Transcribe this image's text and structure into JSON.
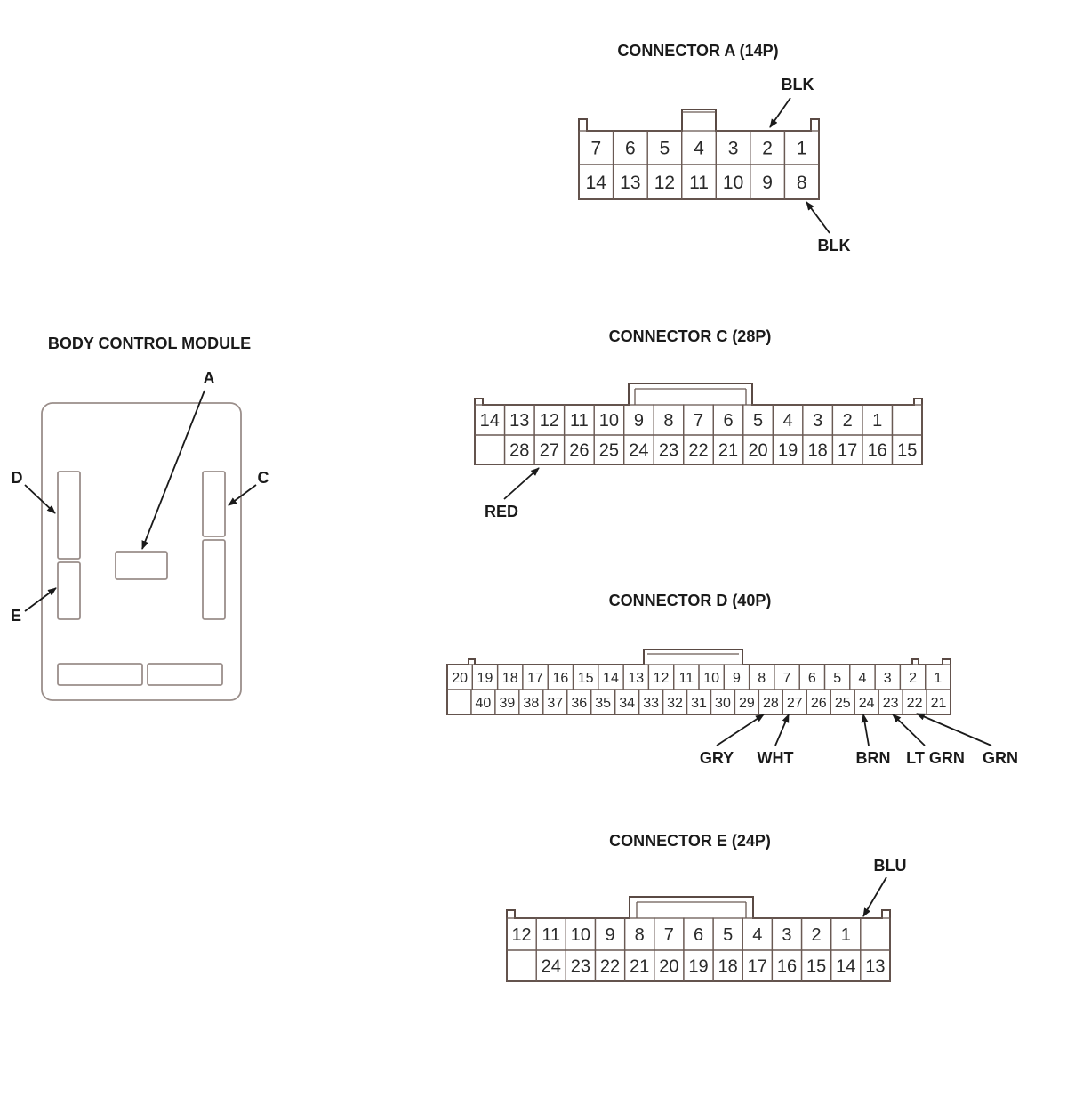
{
  "module": {
    "title": "BODY CONTROL MODULE",
    "labels": {
      "A": "A",
      "C": "C",
      "D": "D",
      "E": "E"
    }
  },
  "connectors": [
    {
      "id": "A",
      "title": "CONNECTOR A (14P)",
      "top_row": [
        "7",
        "6",
        "5",
        "4",
        "3",
        "2",
        "1"
      ],
      "bottom_row": [
        "14",
        "13",
        "12",
        "11",
        "10",
        "9",
        "8"
      ],
      "wires": [
        "BLK",
        "BLK"
      ]
    },
    {
      "id": "C",
      "title": "CONNECTOR C (28P)",
      "top_row": [
        "14",
        "13",
        "12",
        "11",
        "10",
        "9",
        "8",
        "7",
        "6",
        "5",
        "4",
        "3",
        "2",
        "1",
        ""
      ],
      "bottom_row": [
        "",
        "28",
        "27",
        "26",
        "25",
        "24",
        "23",
        "22",
        "21",
        "20",
        "19",
        "18",
        "17",
        "16",
        "15"
      ],
      "wires": [
        "RED"
      ]
    },
    {
      "id": "D",
      "title": "CONNECTOR D (40P)",
      "top_row": [
        "20",
        "19",
        "18",
        "17",
        "16",
        "15",
        "14",
        "13",
        "12",
        "11",
        "10",
        "9",
        "8",
        "7",
        "6",
        "5",
        "4",
        "3",
        "2",
        "1"
      ],
      "bottom_row": [
        "",
        "40",
        "39",
        "38",
        "37",
        "36",
        "35",
        "34",
        "33",
        "32",
        "31",
        "30",
        "29",
        "28",
        "27",
        "26",
        "25",
        "24",
        "23",
        "22",
        "21"
      ],
      "wires": [
        "GRY",
        "WHT",
        "BRN",
        "LT GRN",
        "GRN"
      ]
    },
    {
      "id": "E",
      "title": "CONNECTOR E (24P)",
      "top_row": [
        "12",
        "11",
        "10",
        "9",
        "8",
        "7",
        "6",
        "5",
        "4",
        "3",
        "2",
        "1",
        ""
      ],
      "bottom_row": [
        "",
        "24",
        "23",
        "22",
        "21",
        "20",
        "19",
        "18",
        "17",
        "16",
        "15",
        "14",
        "13"
      ],
      "wires": [
        "BLU"
      ]
    }
  ]
}
